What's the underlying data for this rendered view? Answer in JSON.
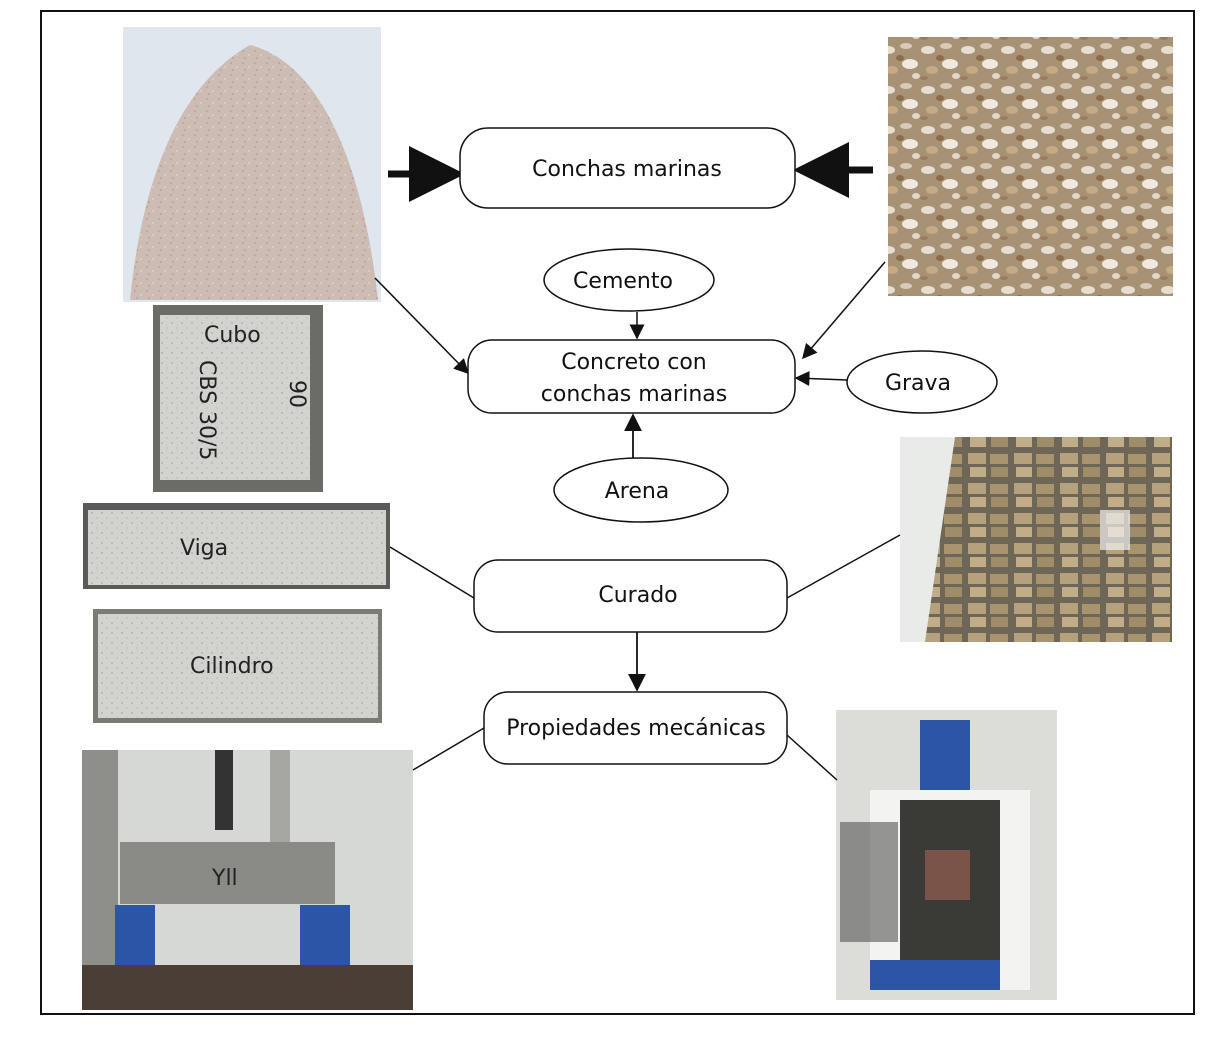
{
  "diagram": {
    "nodes": {
      "conchas_marinas": "Conchas marinas",
      "cemento": "Cemento",
      "concreto_line1": "Concreto con",
      "concreto_line2": "conchas marinas",
      "grava": "Grava",
      "arena": "Arena",
      "curado": "Curado",
      "propiedades": "Propiedades mecánicas"
    },
    "photo_labels": {
      "cubo": "Cubo",
      "viga": "Viga",
      "cilindro": "Cilindro"
    },
    "photo_marks": {
      "cube_marks": "CBS 30/5",
      "cube_side": "90",
      "beam_mark": "Yll"
    },
    "colors": {
      "line": "#111111",
      "box_fill": "#ffffff",
      "powder": "#c9b8b0",
      "shell": "#b9a487",
      "specimen": "#cfcfcc",
      "curing_tank": "#8a7c63",
      "machine_blue": "#2c55a8"
    }
  }
}
